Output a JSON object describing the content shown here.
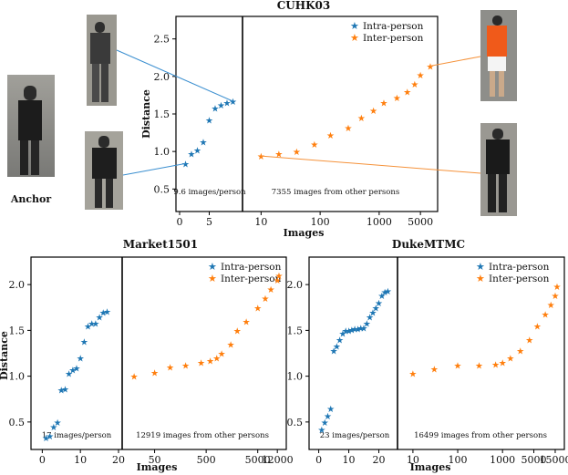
{
  "anchor_label": "Anchor",
  "colors": {
    "intra": "#1f77b4",
    "inter": "#ff7f0e",
    "link_intra": "#3b8fd0",
    "link_inter": "#f5923a"
  },
  "chart_data": [
    {
      "type": "scatter",
      "title": "CUHK03",
      "xlabel": "Images",
      "ylabel": "Distance",
      "ylim": [
        0.2,
        2.8
      ],
      "yticks": [
        "0.5",
        "1.0",
        "1.5",
        "2.0",
        "2.5"
      ],
      "left_xticks": [
        "0",
        "5"
      ],
      "right_xticks": [
        "10",
        "100",
        "1000",
        "5000"
      ],
      "annotation_intra": "9.6 images/person",
      "annotation_inter": "7355 images from other persons",
      "legend": [
        "Intra-person",
        "Inter-person"
      ],
      "intra": {
        "x": [
          1,
          2,
          3,
          4,
          5,
          6,
          7,
          8,
          9
        ],
        "y": [
          0.84,
          0.97,
          1.02,
          1.13,
          1.42,
          1.58,
          1.62,
          1.65,
          1.67
        ]
      },
      "inter": {
        "x": [
          10,
          20,
          40,
          80,
          150,
          300,
          500,
          800,
          1200,
          2000,
          3000,
          4000,
          5000,
          7355
        ],
        "y": [
          0.94,
          0.97,
          1.0,
          1.1,
          1.22,
          1.32,
          1.45,
          1.55,
          1.65,
          1.72,
          1.8,
          1.9,
          2.02,
          2.14
        ]
      }
    },
    {
      "type": "scatter",
      "title": "Market1501",
      "xlabel": "Images",
      "ylabel": "Distance",
      "ylim": [
        0.2,
        2.3
      ],
      "yticks": [
        "0.5",
        "1.0",
        "1.5",
        "2.0"
      ],
      "left_xticks": [
        "0",
        "10",
        "20"
      ],
      "right_xticks": [
        "50",
        "500",
        "5000",
        "12000"
      ],
      "annotation_intra": "17 images/person",
      "annotation_inter": "12919 images from other persons",
      "legend": [
        "Intra-person",
        "Inter-person"
      ],
      "intra": {
        "x": [
          1,
          2,
          3,
          4,
          5,
          6,
          7,
          8,
          9,
          10,
          11,
          12,
          13,
          14,
          15,
          16,
          17
        ],
        "y": [
          0.33,
          0.35,
          0.45,
          0.5,
          0.85,
          0.86,
          1.03,
          1.07,
          1.09,
          1.2,
          1.38,
          1.55,
          1.58,
          1.58,
          1.65,
          1.7,
          1.71
        ]
      },
      "inter": {
        "x": [
          20,
          50,
          100,
          200,
          400,
          600,
          800,
          1000,
          1500,
          2000,
          3000,
          5000,
          7000,
          9000,
          12000,
          12919
        ],
        "y": [
          1.0,
          1.04,
          1.1,
          1.12,
          1.15,
          1.17,
          1.2,
          1.25,
          1.35,
          1.5,
          1.6,
          1.75,
          1.85,
          1.95,
          2.05,
          2.1
        ]
      }
    },
    {
      "type": "scatter",
      "title": "DukeMTMC",
      "xlabel": "Images",
      "ylabel": "",
      "ylim": [
        0.2,
        2.3
      ],
      "yticks": [
        "0.5",
        "1.0",
        "1.5",
        "2.0"
      ],
      "left_xticks": [
        "0",
        "10",
        "20"
      ],
      "right_xticks": [
        "10",
        "100",
        "1000",
        "5000",
        "15000"
      ],
      "annotation_intra": "23 images/person",
      "annotation_inter": "16499 images from other persons",
      "legend": [
        "Intra-person",
        "Inter-person"
      ],
      "intra": {
        "x": [
          1,
          2,
          3,
          4,
          5,
          6,
          7,
          8,
          9,
          10,
          11,
          12,
          13,
          14,
          15,
          16,
          17,
          18,
          19,
          20,
          21,
          22,
          23
        ],
        "y": [
          0.42,
          0.5,
          0.57,
          0.65,
          1.28,
          1.33,
          1.4,
          1.47,
          1.5,
          1.5,
          1.51,
          1.52,
          1.52,
          1.53,
          1.53,
          1.58,
          1.65,
          1.7,
          1.75,
          1.8,
          1.88,
          1.92,
          1.93
        ]
      },
      "inter": {
        "x": [
          10,
          30,
          100,
          300,
          700,
          1000,
          1500,
          2500,
          4000,
          6000,
          9000,
          12000,
          15000,
          16499
        ],
        "y": [
          1.03,
          1.08,
          1.12,
          1.12,
          1.13,
          1.15,
          1.2,
          1.28,
          1.4,
          1.55,
          1.68,
          1.78,
          1.88,
          1.98
        ]
      }
    }
  ]
}
